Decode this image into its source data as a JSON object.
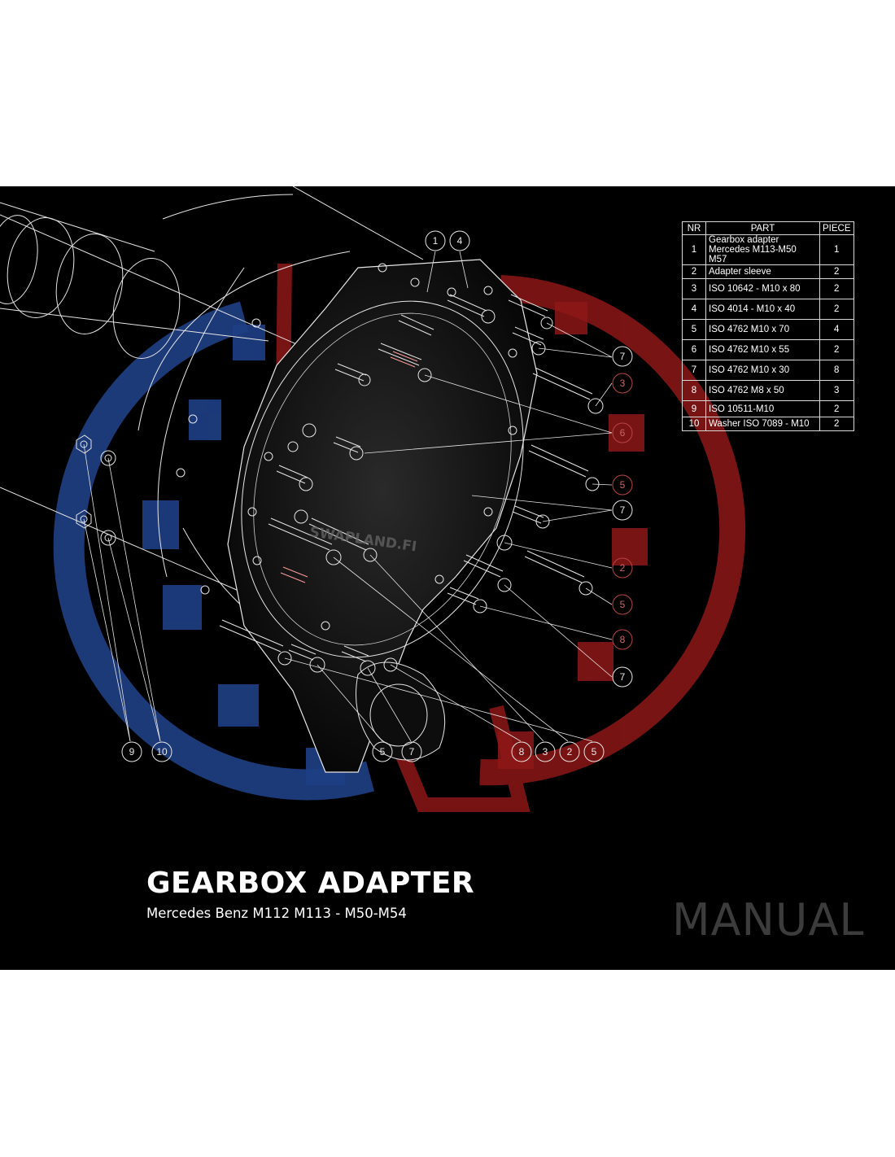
{
  "document": {
    "title": "GEARBOX ADAPTER",
    "subtitle": "Mercedes Benz M112 M113 - M50-M54",
    "badge": "MANUAL",
    "watermark": "SWAPLAND.FI"
  },
  "colors": {
    "background": "#000000",
    "line": "#e6e6e6",
    "accent_blue": "#1f3f85",
    "accent_red": "#8e1717",
    "badge": "#3c3c3c"
  },
  "parts_table": {
    "headers": {
      "nr": "NR",
      "part": "PART",
      "piece": "PIECE"
    },
    "rows": [
      {
        "nr": "1",
        "part": "Gearbox adapter Mercedes M113-M50 M57",
        "piece": "1"
      },
      {
        "nr": "2",
        "part": "Adapter sleeve",
        "piece": "2"
      },
      {
        "nr": "3",
        "part": "ISO 10642 - M10 x 80",
        "piece": "2"
      },
      {
        "nr": "4",
        "part": "ISO 4014 - M10 x 40",
        "piece": "2"
      },
      {
        "nr": "5",
        "part": "ISO 4762 M10 x 70",
        "piece": "4"
      },
      {
        "nr": "6",
        "part": "ISO 4762 M10 x 55",
        "piece": "2"
      },
      {
        "nr": "7",
        "part": "ISO 4762 M10 x 30",
        "piece": "8"
      },
      {
        "nr": "8",
        "part": "ISO 4762 M8 x 50",
        "piece": "3"
      },
      {
        "nr": "9",
        "part": "ISO 10511-M10",
        "piece": "2"
      },
      {
        "nr": "10",
        "part": "Washer ISO 7089 - M10",
        "piece": "2"
      }
    ]
  },
  "callouts": [
    {
      "label": "1",
      "variant": "light"
    },
    {
      "label": "4",
      "variant": "light"
    },
    {
      "label": "7",
      "variant": "light"
    },
    {
      "label": "3",
      "variant": "red"
    },
    {
      "label": "6",
      "variant": "red"
    },
    {
      "label": "5",
      "variant": "red"
    },
    {
      "label": "7",
      "variant": "light"
    },
    {
      "label": "2",
      "variant": "red"
    },
    {
      "label": "5",
      "variant": "red"
    },
    {
      "label": "8",
      "variant": "red"
    },
    {
      "label": "7",
      "variant": "light"
    },
    {
      "label": "9",
      "variant": "light"
    },
    {
      "label": "10",
      "variant": "light"
    },
    {
      "label": "5",
      "variant": "light"
    },
    {
      "label": "7",
      "variant": "light"
    },
    {
      "label": "8",
      "variant": "light"
    },
    {
      "label": "3",
      "variant": "light"
    },
    {
      "label": "2",
      "variant": "light"
    },
    {
      "label": "5",
      "variant": "light"
    }
  ]
}
